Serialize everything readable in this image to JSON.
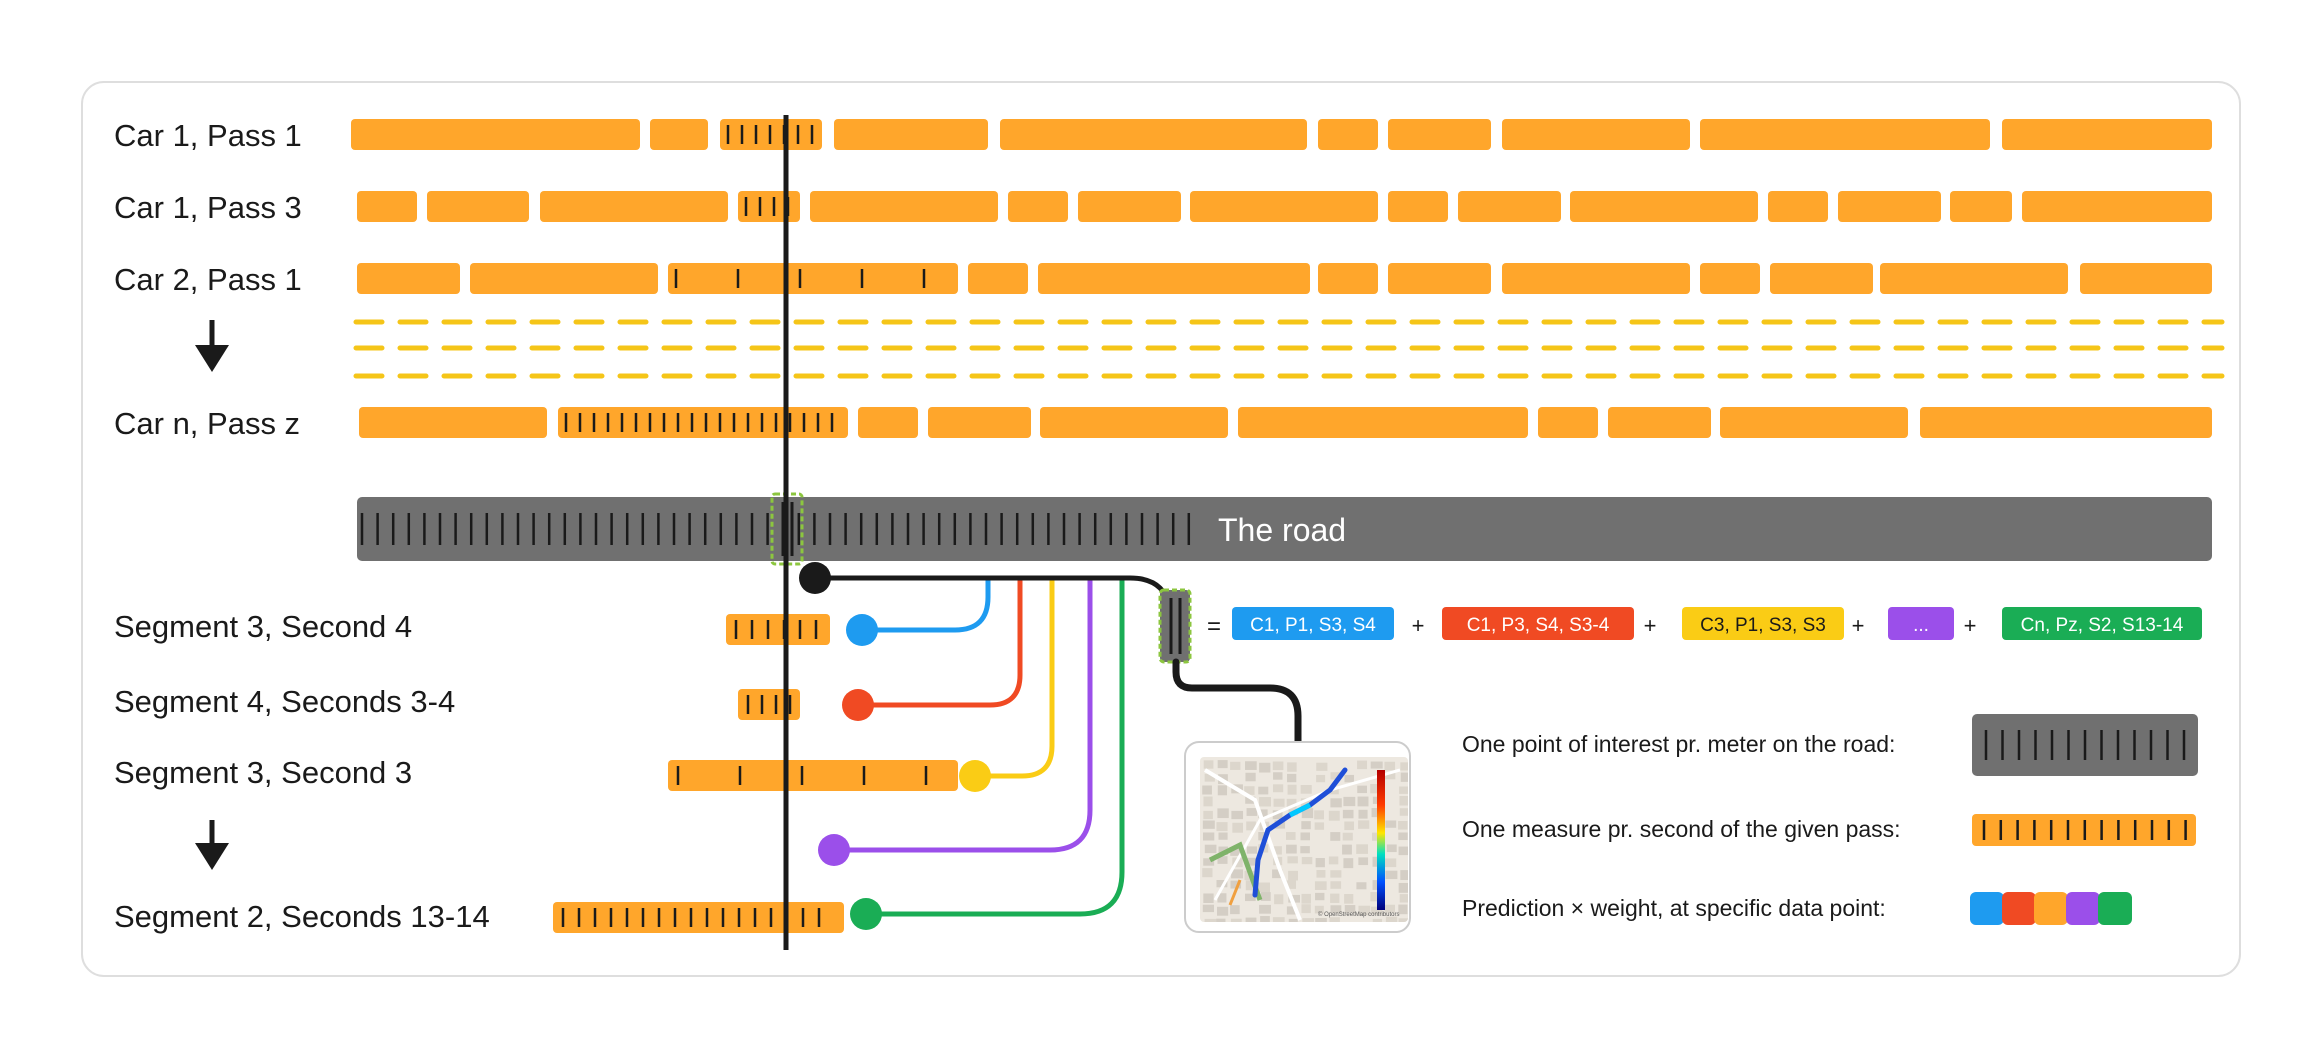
{
  "colors": {
    "segment": "#FFA62B",
    "road": "#707070",
    "tick": "#1a1a1a",
    "dash": "#F5C518",
    "highlight": "#8CC63F",
    "frame": "#DEDEDE",
    "blue": "#1E9BF0",
    "red": "#F04A23",
    "yellow": "#FACC15",
    "purple": "#9B4FEA",
    "green": "#1AAD55",
    "black": "#1a1a1a"
  },
  "passes": [
    {
      "label": "Car 1, Pass 1"
    },
    {
      "label": "Car 1, Pass 3"
    },
    {
      "label": "Car 2, Pass 1"
    },
    {
      "label": "Car n, Pass z"
    }
  ],
  "road": {
    "label": "The road"
  },
  "segments": [
    {
      "label": "Segment 3, Second 4",
      "color": "blue"
    },
    {
      "label": "Segment 4, Seconds 3-4",
      "color": "red"
    },
    {
      "label": "Segment 3, Second 3",
      "color": "yellow"
    },
    {
      "label": "Segment 2, Seconds 13-14",
      "color": "green"
    }
  ],
  "equation": {
    "equals": "=",
    "plus": "+",
    "terms": [
      {
        "text": "C1, P1, S3, S4",
        "color": "blue"
      },
      {
        "text": "C1, P3, S4, S3-4",
        "color": "red"
      },
      {
        "text": "C3, P1, S3, S3",
        "color": "yellow"
      },
      {
        "text": "...",
        "color": "purple"
      },
      {
        "text": "Cn, Pz, S2, S13-14",
        "color": "green"
      }
    ]
  },
  "legend": [
    {
      "label": "One point of interest pr. meter on the road:",
      "symbol": "road"
    },
    {
      "label": "One measure pr. second of the given pass:",
      "symbol": "segment"
    },
    {
      "label": "Prediction × weight, at specific data point:",
      "symbol": "swatches"
    }
  ],
  "map_caption": "© OpenStreetMap contributors",
  "icons": [
    "arrow-down-icon",
    "arrow-down-icon",
    "map-thumbnail-icon"
  ]
}
